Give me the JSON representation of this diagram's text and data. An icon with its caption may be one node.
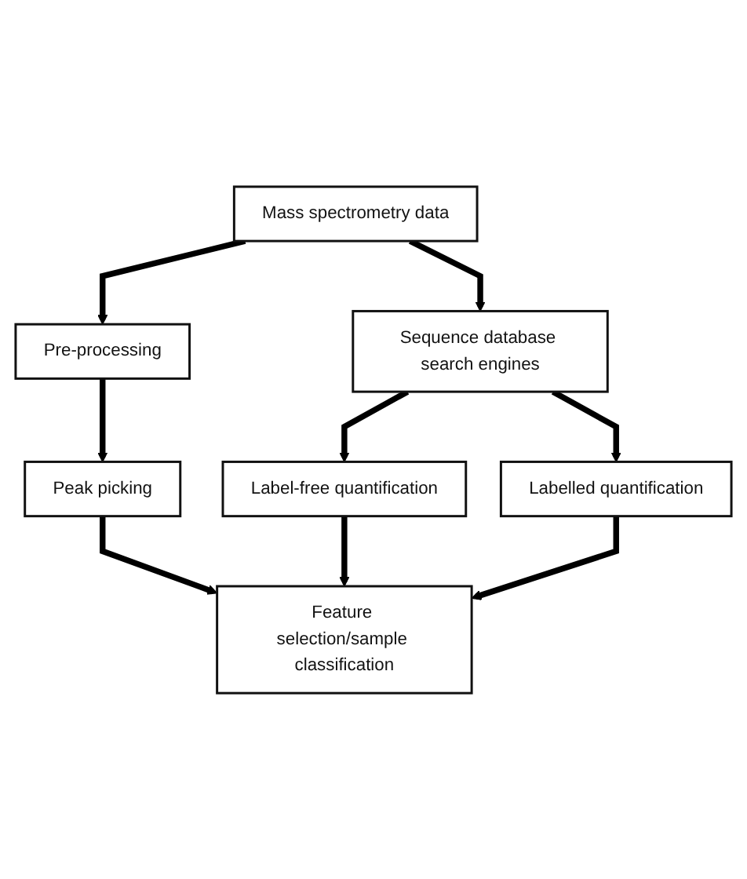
{
  "diagram": {
    "nodes": [
      {
        "text": [
          "Mass spectrometry data"
        ]
      },
      {
        "text": [
          "Pre-processing"
        ]
      },
      {
        "text": [
          "Sequence database search engines"
        ]
      },
      {
        "text": [
          "Peak picking"
        ]
      },
      {
        "text": [
          "Label-free quantification"
        ]
      },
      {
        "text": [
          "Labelled quantification"
        ]
      },
      {
        "text": [
          "Feature selection/sample classification"
        ]
      }
    ],
    "edges": [
      {
        "from": 0,
        "to": 1,
        "arrow": "to"
      },
      {
        "from": 0,
        "to": 2,
        "arrow": "to"
      },
      {
        "from": 1,
        "to": 3,
        "arrow": "to"
      },
      {
        "from": 2,
        "to": 4,
        "arrow": "to"
      },
      {
        "from": 2,
        "to": 5,
        "arrow": "to"
      },
      {
        "from": 3,
        "to": 6,
        "arrow": "to"
      },
      {
        "from": 4,
        "to": 6,
        "arrow": "to"
      },
      {
        "from": 5,
        "to": 6,
        "arrow": "to"
      }
    ]
  }
}
